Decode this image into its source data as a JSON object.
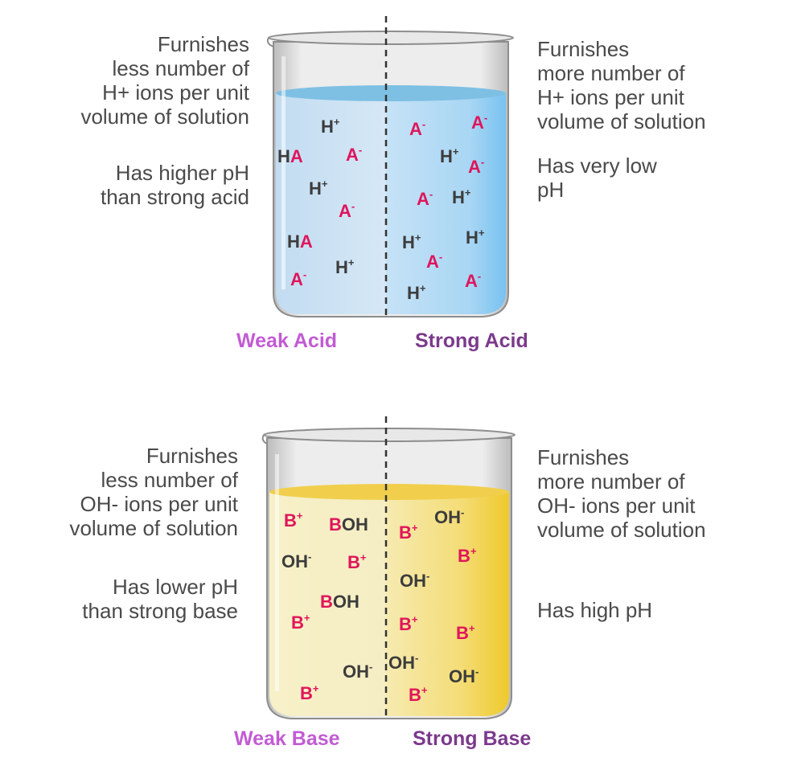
{
  "acid": {
    "left_text": [
      "Furnishes",
      "less number of",
      "H+ ions per unit",
      "volume of solution"
    ],
    "left_text2": [
      "Has higher pH",
      "than strong acid"
    ],
    "right_text": [
      "Furnishes",
      "more number of",
      "H+ ions per unit",
      "volume of solution"
    ],
    "right_text2": [
      "Has very low",
      "pH"
    ],
    "weak_label": "Weak Acid",
    "strong_label": "Strong Acid",
    "weak_ions": [
      {
        "m": "H",
        "s": "+"
      },
      {
        "m": "HA",
        "s": ""
      },
      {
        "m": "A",
        "s": "-"
      },
      {
        "m": "H",
        "s": "+"
      },
      {
        "m": "A",
        "s": "-"
      },
      {
        "m": "HA",
        "s": ""
      },
      {
        "m": "H",
        "s": "+"
      },
      {
        "m": "A",
        "s": "-"
      }
    ],
    "strong_ions": [
      {
        "m": "A",
        "s": "-"
      },
      {
        "m": "A",
        "s": "-"
      },
      {
        "m": "H",
        "s": "+"
      },
      {
        "m": "A",
        "s": "-"
      },
      {
        "m": "A",
        "s": "-"
      },
      {
        "m": "H",
        "s": "+"
      },
      {
        "m": "H",
        "s": "+"
      },
      {
        "m": "H",
        "s": "+"
      },
      {
        "m": "A",
        "s": "-"
      },
      {
        "m": "A",
        "s": "-"
      },
      {
        "m": "H",
        "s": "+"
      }
    ]
  },
  "base": {
    "left_text": [
      "Furnishes",
      "less number of",
      "OH- ions per unit",
      "volume of solution"
    ],
    "left_text2": [
      "Has lower pH",
      "than strong base"
    ],
    "right_text": [
      "Furnishes",
      "more number of",
      "OH- ions per unit",
      "volume of solution"
    ],
    "right_text2": [
      "Has high pH"
    ],
    "weak_label": "Weak Base",
    "strong_label": "Strong Base",
    "weak_ions": [
      {
        "m": "B",
        "s": "+"
      },
      {
        "m": "BOH",
        "s": ""
      },
      {
        "m": "OH",
        "s": "-"
      },
      {
        "m": "B",
        "s": "+"
      },
      {
        "m": "BOH",
        "s": ""
      },
      {
        "m": "B",
        "s": "+"
      },
      {
        "m": "OH",
        "s": "-"
      },
      {
        "m": "B",
        "s": "+"
      }
    ],
    "strong_ions": [
      {
        "m": "B",
        "s": "+"
      },
      {
        "m": "OH",
        "s": "-"
      },
      {
        "m": "B",
        "s": "+"
      },
      {
        "m": "OH",
        "s": "-"
      },
      {
        "m": "B",
        "s": "+"
      },
      {
        "m": "B",
        "s": "+"
      },
      {
        "m": "OH",
        "s": "-"
      },
      {
        "m": "OH",
        "s": "-"
      },
      {
        "m": "B",
        "s": "+"
      }
    ]
  },
  "colors": {
    "text_gray": "#4a4a4a",
    "ion_pink": "#e0155b",
    "ion_gray": "#3c3c3c",
    "weak_label": "#c25bd4",
    "strong_label": "#7b3a8c",
    "acid_liquid": "#a9d4ef",
    "base_liquid": "#f3dc6a"
  }
}
